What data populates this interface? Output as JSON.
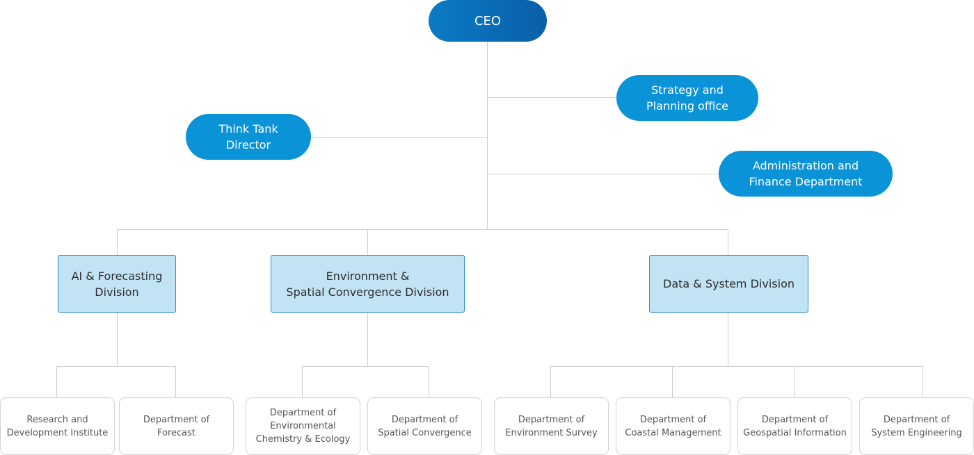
{
  "ceo": "CEO",
  "staff": {
    "strategy": "Strategy and\nPlanning office",
    "think_tank": "Think Tank\nDirector",
    "admin": "Administration and\nFinance Department"
  },
  "divisions": {
    "ai": "AI & Forecasting\nDivision",
    "env": "Environment &\nSpatial Convergence Division",
    "data": "Data & System Division"
  },
  "departments": {
    "research": "Research and\nDevelopment Institute",
    "forecast": "Department of\nForecast",
    "chemistry": "Department of\nEnvironmental\nChemistry & Ecology",
    "spatial": "Department of\nSpatial Convergence",
    "survey": "Department of\nEnvironment Survey",
    "coastal": "Department of\nCoastal Management",
    "geospatial": "Department of\nGeospatial Information",
    "system": "Department of\nSystem Engineering"
  },
  "colors": {
    "pill": "#0a93d6",
    "ceo": "#0a6cb8",
    "division_fill": "#c2e3f3",
    "division_border": "#2a8fc4",
    "connector": "#cccccc"
  }
}
